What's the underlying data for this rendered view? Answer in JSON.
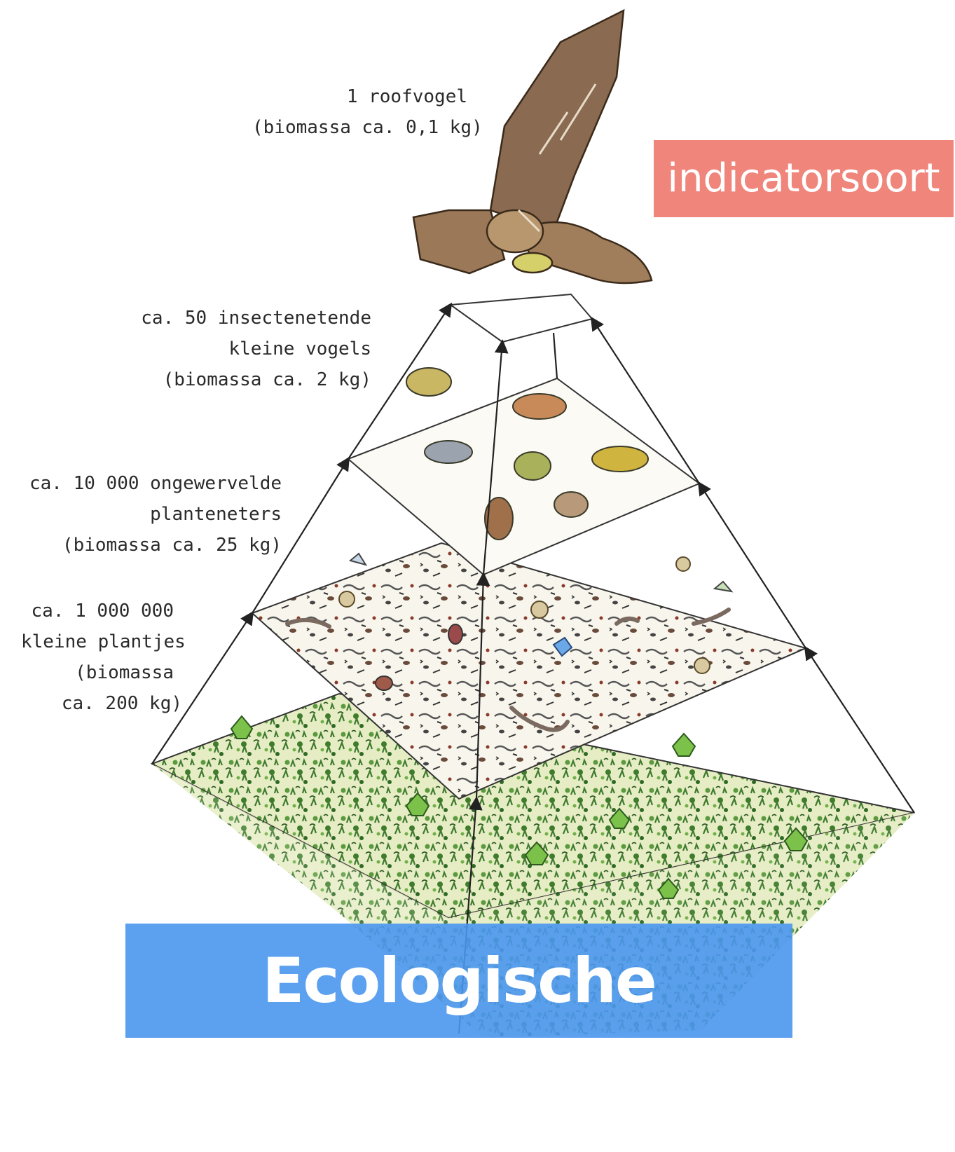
{
  "levels": {
    "top": {
      "line1": "1 roofvogel",
      "line2": "(biomassa ca. 0,1 kg)"
    },
    "birds": {
      "line1": "ca. 50 insectenetende",
      "line2": "kleine vogels",
      "line3": "(biomassa ca. 2 kg)"
    },
    "invertebrates": {
      "line1": "ca. 10 000 ongewervelde",
      "line2": "planteneters",
      "line3": "(biomassa ca. 25 kg)"
    },
    "plants": {
      "line1": "ca. 1 000 000",
      "line2": "kleine plantjes",
      "line3": "(biomassa",
      "line4": "ca. 200 kg)"
    }
  },
  "indicator_label": "indicatorsoort",
  "title": "Ecologische piramide",
  "colors": {
    "indicator_bg": "#ef857b",
    "title_bg": "#4a96ee",
    "plant_green": "#4f8a3a",
    "plant_bg": "#e9efc9",
    "hawk_brown": "#8a6a50"
  },
  "icons": [
    "hawk-icon",
    "small-bird-icon",
    "insect-icon",
    "snail-icon",
    "worm-icon",
    "plant-icon"
  ]
}
